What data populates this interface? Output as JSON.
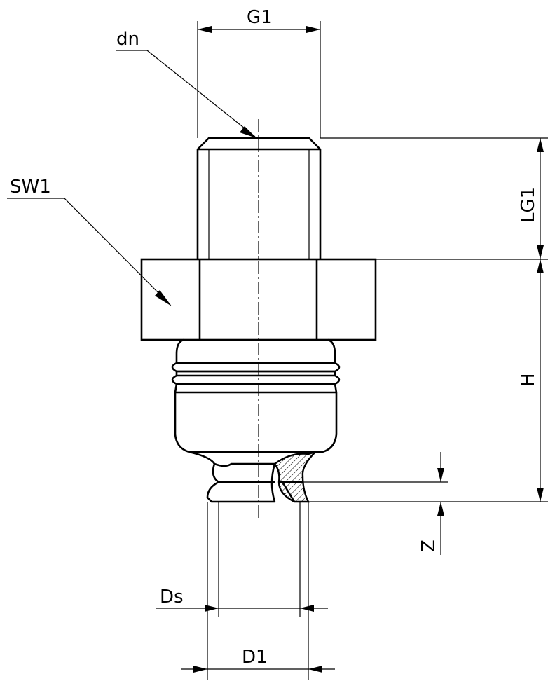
{
  "drawing": {
    "labels": {
      "g1": "G1",
      "dn": "dn",
      "sw1": "SW1",
      "lg1": "LG1",
      "h": "H",
      "z": "Z",
      "ds": "Ds",
      "d1": "D1"
    }
  }
}
